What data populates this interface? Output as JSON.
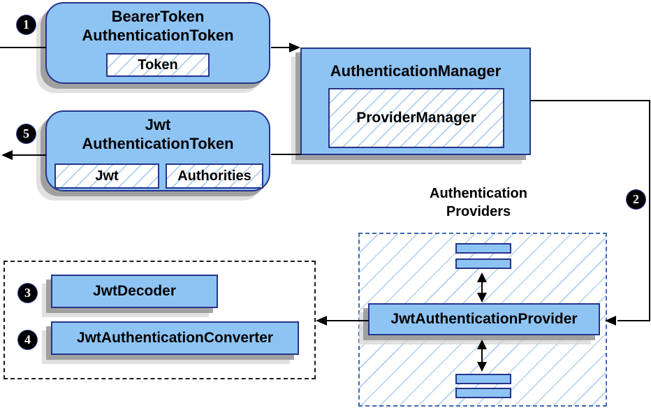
{
  "boxes": {
    "bearer_token": {
      "title1": "BearerToken",
      "title2": "AuthenticationToken",
      "token_field": "Token"
    },
    "authentication_manager": {
      "title": "AuthenticationManager",
      "provider_manager_field": "ProviderManager"
    },
    "jwt_authentication_token": {
      "title1": "Jwt",
      "title2": "AuthenticationToken",
      "jwt_field": "Jwt",
      "authorities_field": "Authorities"
    },
    "jwt_decoder": {
      "label": "JwtDecoder"
    },
    "jwt_authentication_converter": {
      "label": "JwtAuthenticationConverter"
    },
    "jwt_authentication_provider": {
      "label": "JwtAuthenticationProvider"
    },
    "providers_group": {
      "title1": "Authentication",
      "title2": "Providers"
    }
  },
  "steps": [
    "1",
    "2",
    "3",
    "4",
    "5"
  ],
  "colors": {
    "box_fill": "#8EC4F4",
    "box_border": "#25348B",
    "hatch_line": "#AFD0EF",
    "providers_dash_border": "#3E68B2",
    "black_dash_border": "#1A1A1A",
    "shadow_dark": "#949494",
    "shadow_light": "#D6D6D6",
    "connector": "#000000",
    "step_badge_bg": "#000000",
    "step_badge_text": "#FFFFFF"
  }
}
